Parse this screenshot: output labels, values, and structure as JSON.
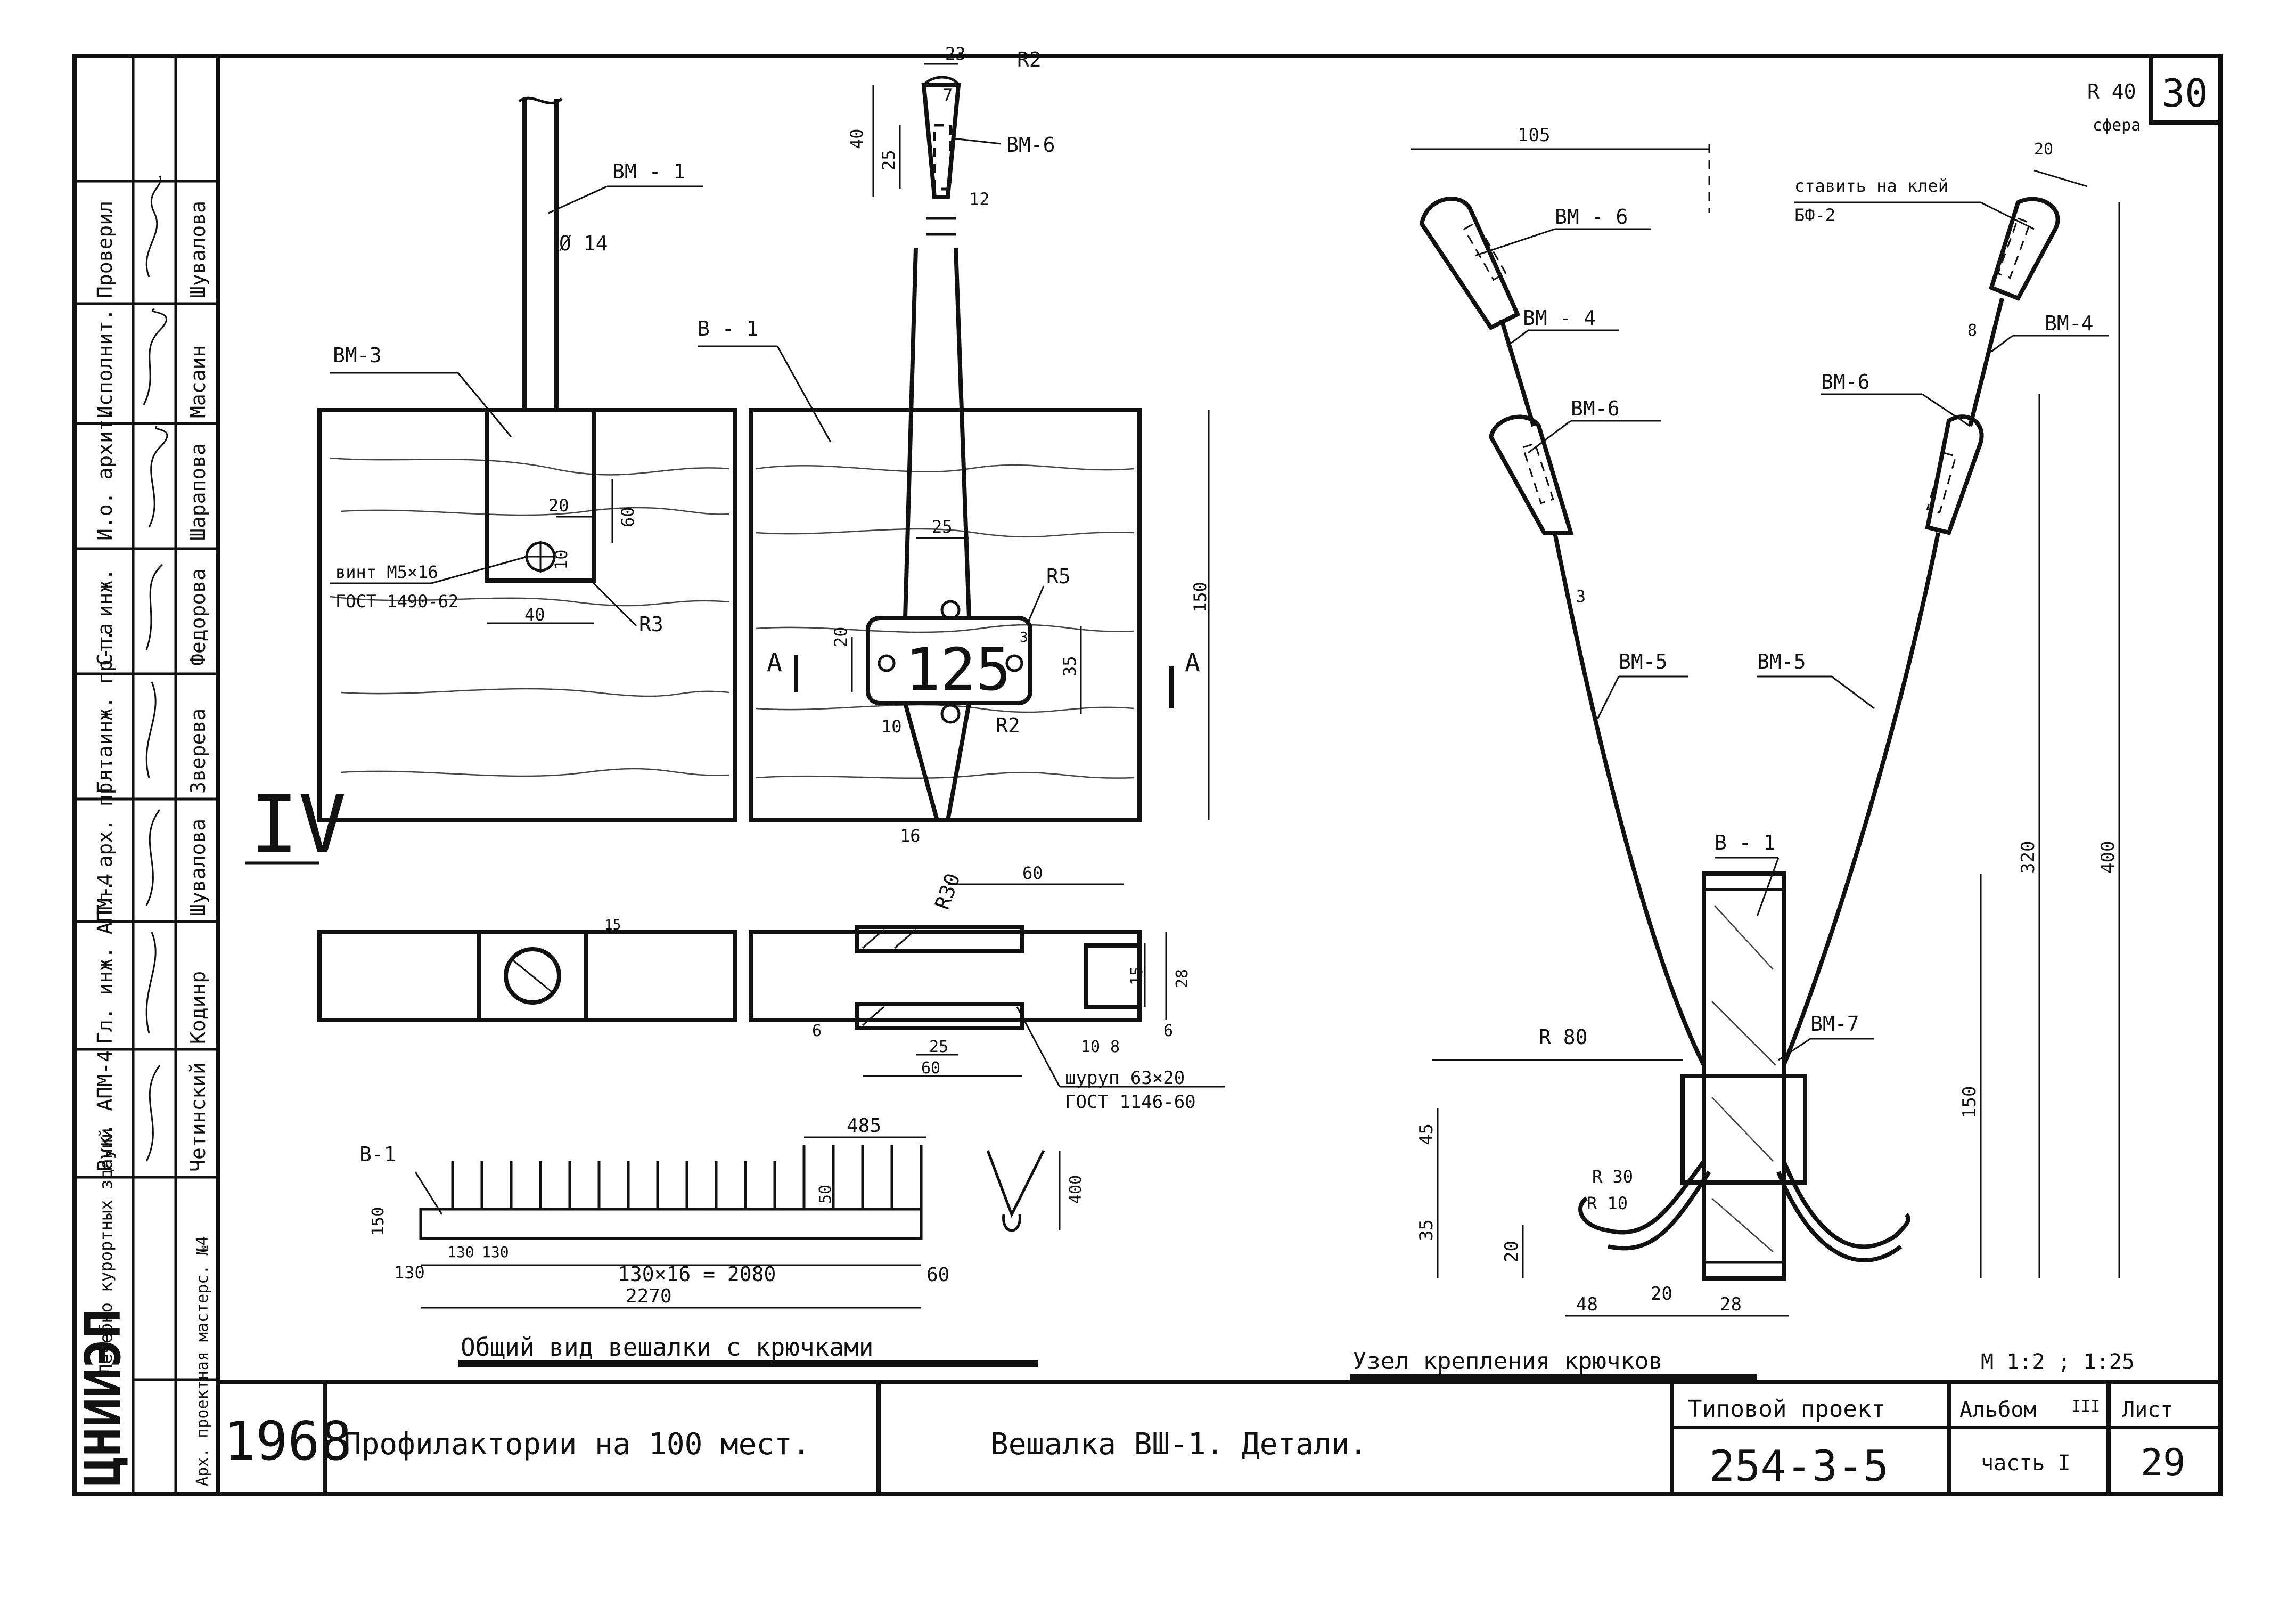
{
  "sheet_number": "30",
  "roman_numeral": "IV",
  "left_column": {
    "stamp_roles": [
      "Проверил",
      "Исполнит.",
      "И.о. архит.",
      "Ст. инж.",
      "Гл. инж. пр-та",
      "Гл. арх. пр-та",
      "Гл. инж. АПМ-4",
      "Рук. АПМ-4",
      "Лечебно курортных зданий",
      "Арх. проектная мастерс. №4"
    ],
    "stamp_names": [
      "Шувалова",
      "Масаин",
      "Шарапова",
      "Федорова",
      "Зверева",
      "Шувалова",
      "Кодинр",
      "Четинский",
      "",
      ""
    ],
    "org_logo_text": "ЦНИИЭП"
  },
  "top_view": {
    "labels": {
      "bm1": "ВМ - 1",
      "dia14": "Ø 14",
      "bm3": "ВМ-3",
      "b1": "В - 1",
      "bm6": "ВМ-6",
      "screw": "винт М5×16",
      "gost_screw": "ГОСТ 1490-62",
      "r3": "R3",
      "r5": "R5",
      "r2_top": "R2",
      "r2_bottom": "R2",
      "r30": "R30",
      "section_a_left": "А",
      "section_a_right": "А",
      "plate_number": "125"
    },
    "dims": {
      "d23": "23",
      "d7": "7",
      "d40": "40",
      "d25_top": "25",
      "d12": "12",
      "d20_bm3": "20",
      "d60_bm3": "60",
      "d10_bm3": "10",
      "d40_bm3": "40",
      "d25_plate": "25",
      "d20_plate": "20",
      "d35_plate": "35",
      "d3_plate": "3",
      "d10_plate": "10",
      "d150": "150",
      "d16": "16",
      "d60_bottom": "60"
    }
  },
  "side_view": {
    "dims": {
      "d15_top": "15",
      "d15": "15",
      "d28": "28",
      "d6_left": "6",
      "d6_right": "6",
      "d25": "25",
      "d60": "60",
      "d10": "10",
      "d8": "8"
    },
    "screw_label": "шуруп 63×20",
    "gost_label": "ГОСТ 1146-60"
  },
  "general_view": {
    "b1": "В-1",
    "d485": "485",
    "d150": "150",
    "d50": "50",
    "d130_a": "130",
    "d130_b": "130",
    "d130_c": "130",
    "formula": "130×16 = 2080",
    "d2270": "2270",
    "d60": "60",
    "d400": "400",
    "caption": "Общий вид вешалки с крючками"
  },
  "node_view": {
    "d105": "105",
    "r40": "R 40",
    "sphere": "сфера",
    "d20_top": "20",
    "glue_label": "ставить на клей",
    "glue_brand": "БФ-2",
    "bm6_a": "ВМ - 6",
    "bm4_a": "ВМ - 4",
    "bm6_b": "ВМ-6",
    "bm6_c": "ВМ-6",
    "bm4_b": "ВМ-4",
    "d8": "8",
    "d3": "3",
    "bm5_a": "ВМ-5",
    "bm5_b": "ВМ-5",
    "b1": "В - 1",
    "bm7": "ВМ-7",
    "d320": "320",
    "d400": "400",
    "d150": "150",
    "r80": "R 80",
    "d45": "45",
    "d35": "35",
    "r30": "R 30",
    "r10": "R 10",
    "d20_side": "20",
    "d48": "48",
    "d20_bottom": "20",
    "d28": "28",
    "caption": "Узел крепления крючков",
    "scale": "М 1:2 ; 1:25"
  },
  "title_block": {
    "year": "1968",
    "project_name": "Профилактории на 100 мест.",
    "drawing_title": "Вешалка ВШ-1. Детали.",
    "type_project_label": "Типовой проект",
    "type_project_number": "254-3-5",
    "album_label": "Альбом",
    "album_roman": "III",
    "part_label": "часть I",
    "sheet_label": "Лист",
    "sheet_value": "29"
  }
}
